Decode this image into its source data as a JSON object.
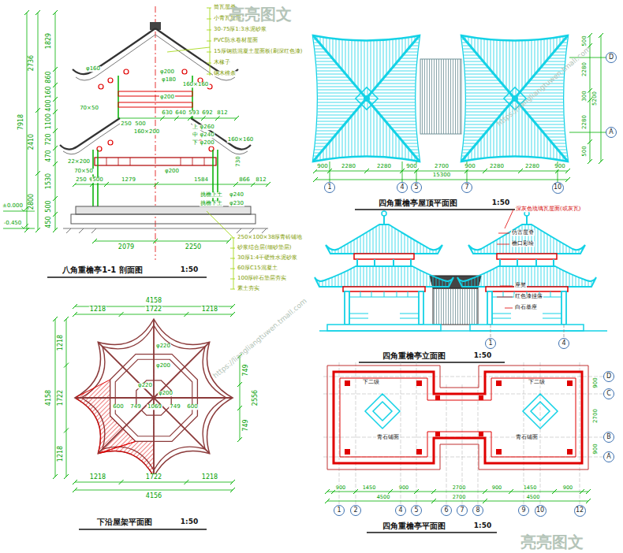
{
  "diagram": {
    "nodes": [
      {
        "text": [
          "1"
        ]
      },
      {
        "text": [
          "4"
        ]
      },
      {
        "text": [
          "5"
        ]
      },
      {
        "text": [
          "7"
        ]
      },
      {
        "text": [
          "10"
        ]
      },
      {
        "text": [
          "D"
        ]
      },
      {
        "text": [
          "A"
        ]
      },
      {
        "text": [
          "1"
        ]
      },
      {
        "text": [
          "4"
        ]
      },
      {
        "text": [
          "1"
        ]
      },
      {
        "text": [
          "2"
        ]
      },
      {
        "text": [
          "4"
        ]
      },
      {
        "text": [
          "5"
        ]
      },
      {
        "text": [
          "6"
        ]
      },
      {
        "text": [
          "7"
        ]
      },
      {
        "text": [
          "8"
        ]
      },
      {
        "text": [
          "9"
        ]
      },
      {
        "text": [
          "10"
        ]
      },
      {
        "text": [
          "12"
        ]
      },
      {
        "text": [
          "D"
        ]
      },
      {
        "text": [
          "C"
        ]
      },
      {
        "text": [
          "B"
        ]
      },
      {
        "text": [
          "A"
        ]
      }
    ],
    "labels": [
      "2736",
      "7918",
      "2410",
      "2800",
      "1829",
      "860",
      "160",
      "400",
      "1100",
      "720",
      "470",
      "1530",
      "500",
      "450",
      "±0.000",
      "-0.450",
      "φ160",
      "φ200",
      "φ180",
      "160×160",
      "φ200",
      "70×50",
      "630",
      "640",
      "593",
      "692",
      "812",
      "250",
      "500",
      "160×200",
      "上 φ260",
      "中 φ240",
      "下 φ200",
      "160×160",
      "22×200",
      "70×50",
      "φ80",
      "φ200",
      "730",
      "250",
      "500",
      "1279",
      "1584",
      "866",
      "812",
      "挑檐上土",
      "φ240",
      "挑檐下土",
      "φ230",
      "2079",
      "2250",
      "八角重檐亭1-1 剖面图",
      "1:50",
      "筒瓦屋脊",
      "小青瓦屋面",
      "30-75厚1:3水泥砂浆",
      "PVC防水卷材屋面",
      "15厚钢筋混凝土屋面板(刷深红色漆)",
      "木椽子",
      "钢木檩条",
      "250×100×38厚青砖铺地",
      "砂浆结合层(细砂垫层)",
      "30厚1:4干硬性水泥砂浆",
      "60厚C15混凝土",
      "100厚碎石垫层夯实",
      "素土夯实",
      "4158",
      "1218",
      "1722",
      "1218",
      "1218",
      "4158",
      "1722",
      "1218",
      "749",
      "2556",
      "749",
      "φ220",
      "φ200",
      "φ220",
      "φ200",
      "600",
      "749",
      "1069",
      "749",
      "600",
      "1218",
      "1722",
      "1218",
      "4156",
      "下沿屋架平面图",
      "1:50",
      "900",
      "2280",
      "2280",
      "900",
      "2700",
      "900",
      "2280",
      "2280",
      "900",
      "15300",
      "500",
      "2280",
      "5200",
      "300",
      "2280",
      "500",
      "四角重檐亭屋顶平面图",
      "1:50",
      "深灰色琉璃瓦屋面(或灰瓦)",
      "仿古屋脊",
      "檐口彩绘",
      "座凳",
      "红色漆挂落",
      "白石基座",
      "四角重檐亭立面图",
      "1:50",
      "下二级",
      "下二级",
      "青石铺面",
      "青石铺面",
      "900",
      "1450",
      "900",
      "2700",
      "900",
      "1450",
      "900",
      "4500",
      "2700",
      "4500",
      "900",
      "2700",
      "900",
      "四角重檐亭平面图",
      "1:50",
      "亮亮图文",
      "亮亮图文",
      "https://liangliangtuwen.tmall.com",
      "https://liangliangtuwen.tmall.com"
    ]
  }
}
